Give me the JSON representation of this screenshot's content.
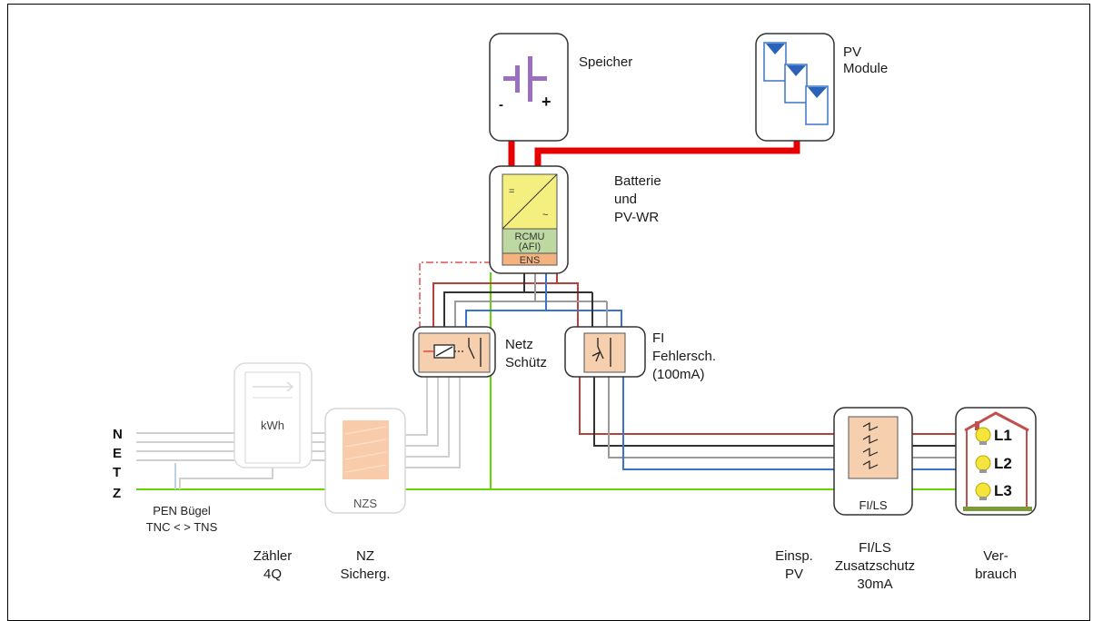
{
  "speicher": {
    "label": "Speicher",
    "minus": "-",
    "plus": "+"
  },
  "pv": {
    "line1": "PV",
    "line2": "Module"
  },
  "wr": {
    "line1": "Batterie",
    "line2": "und",
    "line3": "PV-WR",
    "dc": "=",
    "ac": "~",
    "rcmu1": "RCMU",
    "rcmu2": "(AFI)",
    "ens": "ENS"
  },
  "netzschuetz": {
    "line1": "Netz",
    "line2": "Schütz"
  },
  "fi": {
    "line1": "FI",
    "line2": "Fehlersch.",
    "line3": "(100mA)"
  },
  "meter": {
    "label": "kWh"
  },
  "netz_letters": [
    "N",
    "E",
    "T",
    "Z"
  ],
  "pen": {
    "line1": "PEN Bügel",
    "line2": "TNC < > TNS"
  },
  "nzs": {
    "label": "NZS"
  },
  "fils": {
    "label": "FI/LS"
  },
  "loads": [
    "L1",
    "L2",
    "L3"
  ],
  "bottom": {
    "zaehler1": "Zähler",
    "zaehler2": "4Q",
    "nz1": "NZ",
    "nz2": "Sicherg.",
    "einsp1": "Einsp.",
    "einsp2": "PV",
    "fils1": "FI/LS",
    "fils2": "Zusatzschutz",
    "fils3": "30mA",
    "ver1": "Ver-",
    "ver2": "brauch"
  }
}
